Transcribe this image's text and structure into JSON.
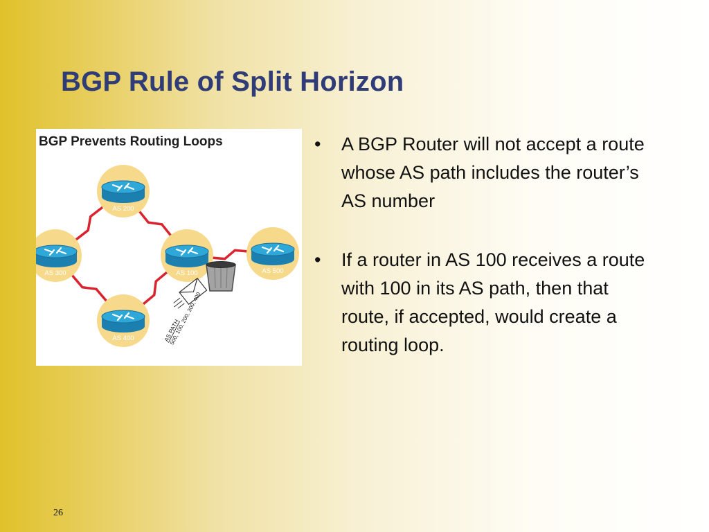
{
  "slide": {
    "title": "BGP Rule of Split Horizon",
    "page_number": "26"
  },
  "figure": {
    "title": "BGP Prevents Routing Loops",
    "routers": [
      {
        "id": "as200",
        "label": "AS 200"
      },
      {
        "id": "as300",
        "label": "AS 300"
      },
      {
        "id": "as100",
        "label": "AS 100"
      },
      {
        "id": "as500",
        "label": "AS 500"
      },
      {
        "id": "as400",
        "label": "AS 400"
      }
    ],
    "links": [
      {
        "from": "as300",
        "to": "as200"
      },
      {
        "from": "as200",
        "to": "as100"
      },
      {
        "from": "as300",
        "to": "as400"
      },
      {
        "from": "as400",
        "to": "as100"
      },
      {
        "from": "as100",
        "to": "as500"
      }
    ],
    "envelope": {
      "heading": "AS PATH",
      "path": "500, 100, 200, 300, 400"
    },
    "colors": {
      "link": "#d9232e",
      "router_halo": "#f7d98b",
      "router_body": "#2da8d8",
      "router_label": "#ffffff"
    },
    "icons": [
      "router-icon",
      "envelope-icon",
      "trash-can-icon"
    ]
  },
  "bullets": [
    {
      "text": "A BGP Router will not accept a route whose AS path includes the router’s AS number"
    },
    {
      "text": "If a router in AS 100 receives a route with 100 in its AS path, then that route, if accepted, would create a routing loop."
    }
  ],
  "bullet_symbol": "•"
}
